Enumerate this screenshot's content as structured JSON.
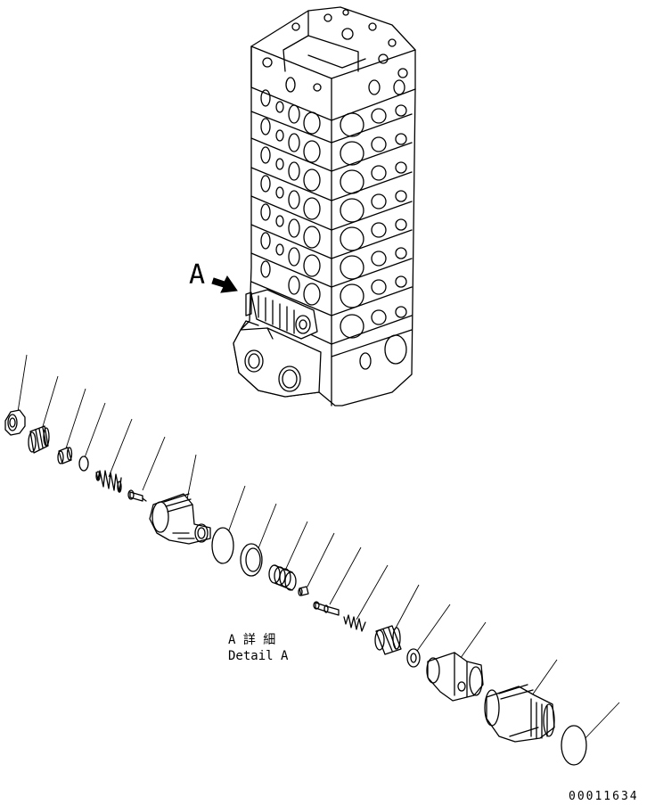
{
  "callout_label": "A",
  "detail_label_jp": "A 詳 細",
  "detail_label_en": "Detail A",
  "drawing_number": "00011634",
  "colors": {
    "line": "#000000",
    "background": "#ffffff"
  },
  "parts": [
    {
      "id": "part-1"
    },
    {
      "id": "part-2"
    },
    {
      "id": "part-3"
    },
    {
      "id": "part-4"
    },
    {
      "id": "part-5"
    },
    {
      "id": "part-6"
    },
    {
      "id": "part-7"
    },
    {
      "id": "part-8"
    },
    {
      "id": "part-9"
    },
    {
      "id": "part-10"
    },
    {
      "id": "part-11"
    },
    {
      "id": "part-12"
    },
    {
      "id": "part-13"
    },
    {
      "id": "part-14"
    },
    {
      "id": "part-15"
    },
    {
      "id": "part-16"
    },
    {
      "id": "part-17"
    }
  ]
}
